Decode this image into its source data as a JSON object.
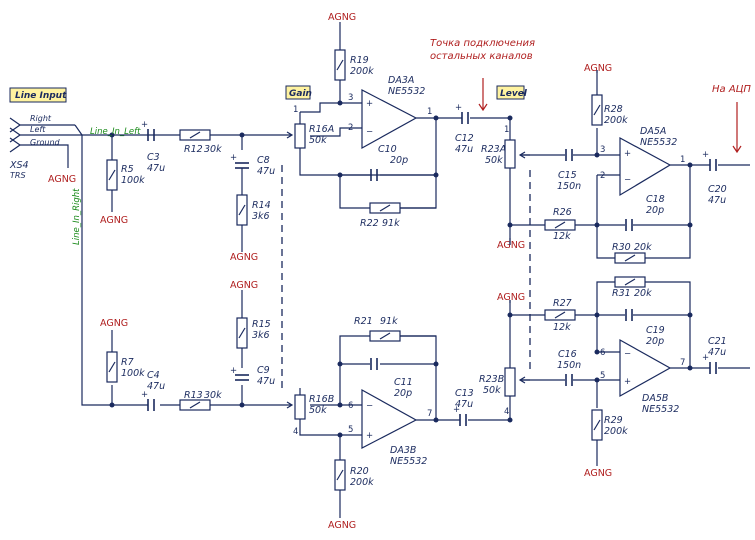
{
  "labels": {
    "line_input": "Line Input",
    "gain": "Gain",
    "level": "Level",
    "conn_point_1": "Точка подключения",
    "conn_point_2": "остальных каналов",
    "to_adc": "На АЦП",
    "right": "Right",
    "left": "Left",
    "ground": "Ground",
    "xs4": "XS4",
    "trs": "TRS",
    "line_in_left": "Line_In_Left",
    "line_in_right": "Line_In_Right",
    "agng": "AGNG"
  },
  "components": {
    "R19": {
      "ref": "R19",
      "val": "200k"
    },
    "R5": {
      "ref": "R5",
      "val": "100k"
    },
    "R7": {
      "ref": "R7",
      "val": "100k"
    },
    "R12": {
      "ref": "R12",
      "val": "30k"
    },
    "R13": {
      "ref": "R13",
      "val": "30k"
    },
    "R14": {
      "ref": "R14",
      "val": "3k6"
    },
    "R15": {
      "ref": "R15",
      "val": "3k6"
    },
    "R16A": {
      "ref": "R16A",
      "val": "50k"
    },
    "R16B": {
      "ref": "R16B",
      "val": "50k"
    },
    "R20": {
      "ref": "R20",
      "val": "200k"
    },
    "R21": {
      "ref": "R21",
      "val": "91k"
    },
    "R22": {
      "ref": "R22",
      "val": "91k"
    },
    "R23A": {
      "ref": "R23A",
      "val": "50k"
    },
    "R23B": {
      "ref": "R23B",
      "val": "50k"
    },
    "R26": {
      "ref": "R26",
      "val": "12k"
    },
    "R27": {
      "ref": "R27",
      "val": "12k"
    },
    "R28": {
      "ref": "R28",
      "val": "200k"
    },
    "R29": {
      "ref": "R29",
      "val": "200k"
    },
    "R30": {
      "ref": "R30",
      "val": "20k"
    },
    "R31": {
      "ref": "R31",
      "val": "20k"
    },
    "C3": {
      "ref": "C3",
      "val": "47u"
    },
    "C4": {
      "ref": "C4",
      "val": "47u"
    },
    "C8": {
      "ref": "C8",
      "val": "47u"
    },
    "C9": {
      "ref": "C9",
      "val": "47u"
    },
    "C10": {
      "ref": "C10",
      "val": "20p"
    },
    "C11": {
      "ref": "C11",
      "val": "20p"
    },
    "C12": {
      "ref": "C12",
      "val": "47u"
    },
    "C13": {
      "ref": "C13",
      "val": "47u"
    },
    "C15": {
      "ref": "C15",
      "val": "150n"
    },
    "C16": {
      "ref": "C16",
      "val": "150n"
    },
    "C18": {
      "ref": "C18",
      "val": "20p"
    },
    "C19": {
      "ref": "C19",
      "val": "20p"
    },
    "C20": {
      "ref": "C20",
      "val": "47u"
    },
    "C21": {
      "ref": "C21",
      "val": "47u"
    },
    "DA3A": {
      "ref": "DA3A",
      "val": "NE5532"
    },
    "DA3B": {
      "ref": "DA3B",
      "val": "NE5532"
    },
    "DA5A": {
      "ref": "DA5A",
      "val": "NE5532"
    },
    "DA5B": {
      "ref": "DA5B",
      "val": "NE5532"
    }
  },
  "pins": {
    "p1": "1",
    "p2": "2",
    "p3": "3",
    "p4": "4",
    "p5": "5",
    "p6": "6",
    "p7": "7"
  },
  "signs": {
    "plus": "+",
    "minus": "−"
  },
  "colors": {
    "wire": "#1a2a5e",
    "agng": "#b02020",
    "net_label": "#1a8a1a",
    "box": "#fff3a0"
  }
}
